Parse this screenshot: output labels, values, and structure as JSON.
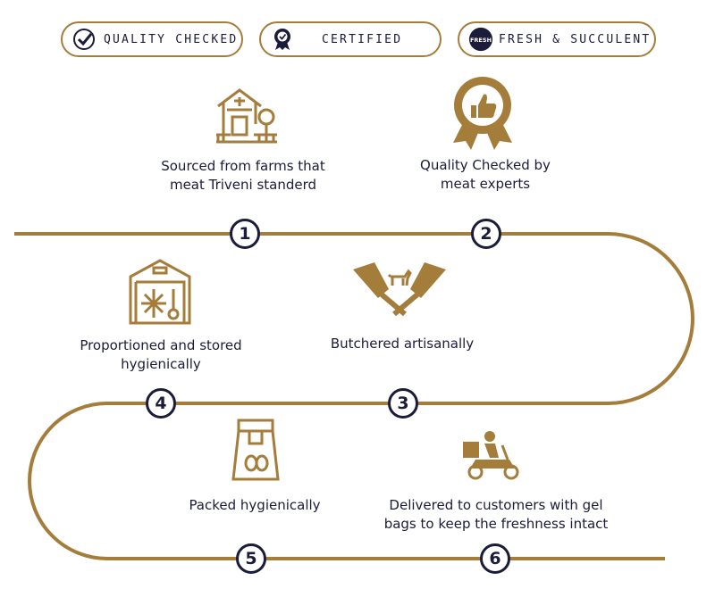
{
  "badges": [
    {
      "label": "QUALITY CHECKED",
      "icon": "check-circle-icon"
    },
    {
      "label": "CERTIFIED",
      "icon": "certified-seal-icon"
    },
    {
      "label": "FRESH & SUCCULENT",
      "icon": "fresh-badge-icon",
      "icon_text": "FRESH"
    }
  ],
  "steps": [
    {
      "number": "1",
      "text": "Sourced from farms that meat Triveni standerd",
      "icon": "farm-house-icon"
    },
    {
      "number": "2",
      "text": "Quality Checked by meat experts",
      "icon": "thumbs-up-rosette-icon"
    },
    {
      "number": "3",
      "text": "Butchered artisanally",
      "icon": "crossed-cleavers-goat-icon"
    },
    {
      "number": "4",
      "text": "Proportioned and stored hygienically",
      "icon": "cold-storage-icon"
    },
    {
      "number": "5",
      "text": "Packed hygienically",
      "icon": "coffee-bag-icon"
    },
    {
      "number": "6",
      "text": "Delivered to customers with gel bags to keep the freshness intact",
      "icon": "delivery-scooter-icon"
    }
  ],
  "colors": {
    "accent": "#a47d3a",
    "text": "#1b1b3a",
    "background": "#ffffff"
  }
}
